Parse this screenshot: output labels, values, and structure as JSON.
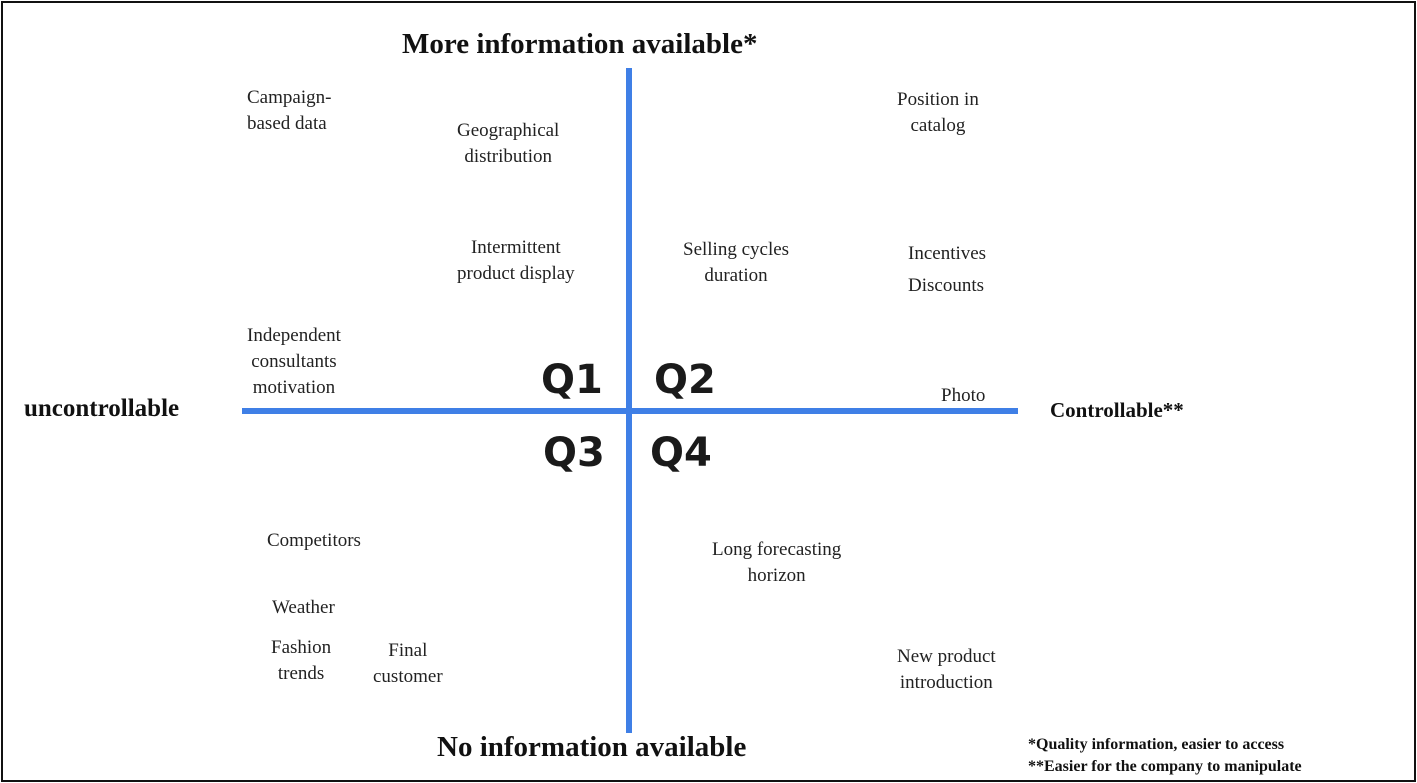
{
  "axes": {
    "top": "More information available*",
    "bottom": "No information available",
    "left": "uncontrollable",
    "right": "Controllable**"
  },
  "quadrants": {
    "q1": "Q1",
    "q2": "Q2",
    "q3": "Q3",
    "q4": "Q4"
  },
  "factors": {
    "campaign_based_data": "Campaign-\nbased data",
    "geographical_distribution": "Geographical\ndistribution",
    "position_in_catalog": "Position in\ncatalog",
    "intermittent_product_display": "Intermittent\nproduct display",
    "selling_cycles_duration": "Selling cycles\nduration",
    "incentives": "Incentives",
    "discounts": "Discounts",
    "independent_consultants_motivation": "Independent\nconsultants\nmotivation",
    "photo": "Photo",
    "competitors": "Competitors",
    "long_forecasting_horizon": "Long forecasting\nhorizon",
    "weather": "Weather",
    "fashion_trends": "Fashion\ntrends",
    "final_customer": "Final\ncustomer",
    "new_product_introduction": "New product\nintroduction"
  },
  "notes": {
    "information": "*Quality information, easier to access",
    "manipulate": "**Easier for the company to manipulate"
  },
  "colors": {
    "axis": "#3f7fe6"
  }
}
